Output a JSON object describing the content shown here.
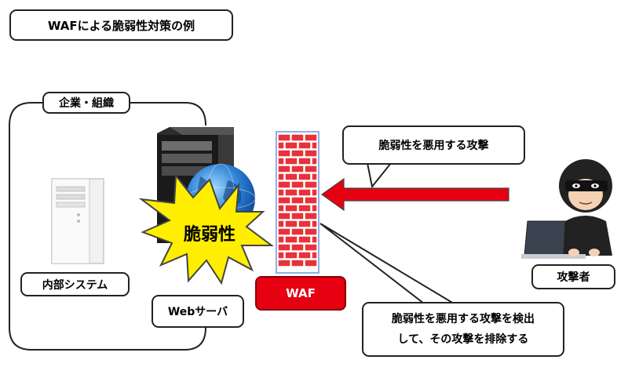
{
  "title": "WAFによる脆弱性対策の例",
  "labels": {
    "organization": "企業・組織",
    "internal_system": "内部システム",
    "web_server": "Webサーバ",
    "waf": "WAF",
    "attacker": "攻撃者",
    "vulnerability": "脆弱性"
  },
  "callouts": {
    "attack": "脆弱性を悪用する攻撃",
    "detect_line1": "脆弱性を悪用する攻撃を検出",
    "detect_line2": "して、その攻撃を排除する"
  },
  "icons": [
    "internal-pc-icon",
    "web-server-icon",
    "globe-icon",
    "firewall-icon",
    "attacker-icon",
    "burst-icon"
  ],
  "colors": {
    "arrow": "#e60012",
    "waf": "#e60012",
    "brick": "#e8323a",
    "burst": "#ffee00"
  }
}
